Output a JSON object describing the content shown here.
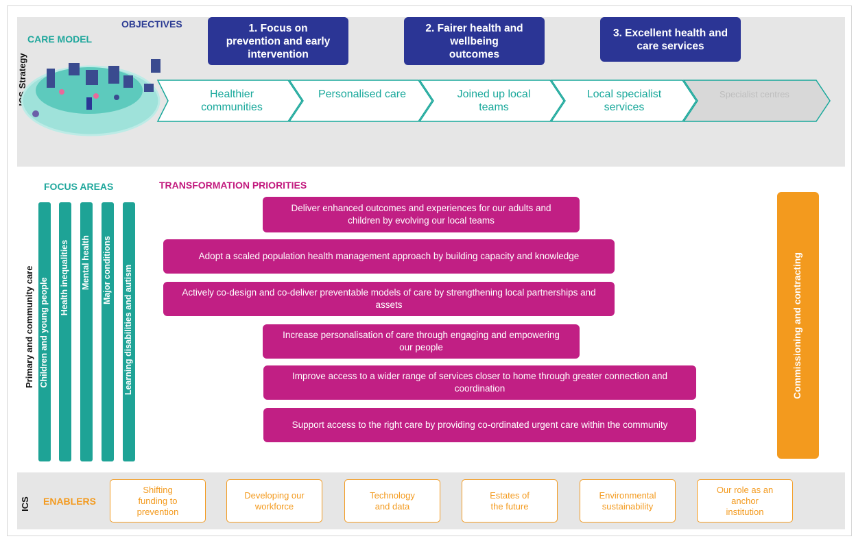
{
  "strategy": {
    "side_label": "ICS Strategy",
    "care_model_title": "CARE MODEL",
    "objectives_title": "OBJECTIVES",
    "objectives": [
      {
        "label": "1. Focus on prevention and early intervention"
      },
      {
        "label": "2.  Fairer health and wellbeing outcomes"
      },
      {
        "label": "3. Excellent health and care services"
      }
    ],
    "care_model_steps": [
      {
        "label": "Healthier communities"
      },
      {
        "label": "Personalised care"
      },
      {
        "label": "Joined up local teams"
      },
      {
        "label": "Local specialist services"
      },
      {
        "label": "Specialist centres"
      }
    ]
  },
  "middle": {
    "side_label": "Primary and community care",
    "focus_title": "FOCUS AREAS",
    "priorities_title": "TRANSFORMATION PRIORITIES",
    "focus_areas": [
      {
        "label": "Children and young people"
      },
      {
        "label": "Health inequalities"
      },
      {
        "label": "Mental health"
      },
      {
        "label": "Major conditions"
      },
      {
        "label": "Learning disabilities and autism"
      }
    ],
    "priorities": [
      {
        "label": "Deliver enhanced outcomes and experiences for our adults and children by evolving our local teams"
      },
      {
        "label": "Adopt a scaled population health management approach by building capacity and knowledge"
      },
      {
        "label": "Actively co-design and co-deliver preventable models of care by strengthening local partnerships and assets"
      },
      {
        "label": "Increase personalisation of care through engaging and empowering our people"
      },
      {
        "label": "Improve access to a wider range of services closer to home through greater connection and coordination"
      },
      {
        "label": "Support access to the right care by providing co-ordinated urgent care within the community"
      }
    ],
    "commissioning_label": "Commissioning and contracting"
  },
  "enablers": {
    "side_label": "ICS",
    "title": "ENABLERS",
    "items": [
      {
        "label": "Shifting funding to prevention"
      },
      {
        "label": "Developing our workforce"
      },
      {
        "label": "Technology and data"
      },
      {
        "label": "Estates of the future"
      },
      {
        "label": "Environmental sustainability"
      },
      {
        "label": "Our role as an anchor institution"
      }
    ]
  },
  "colors": {
    "teal": "#1ea396",
    "navy": "#2b3595",
    "magenta": "#c11f84",
    "orange": "#f39a1e",
    "band_grey": "#e6e6e6"
  }
}
